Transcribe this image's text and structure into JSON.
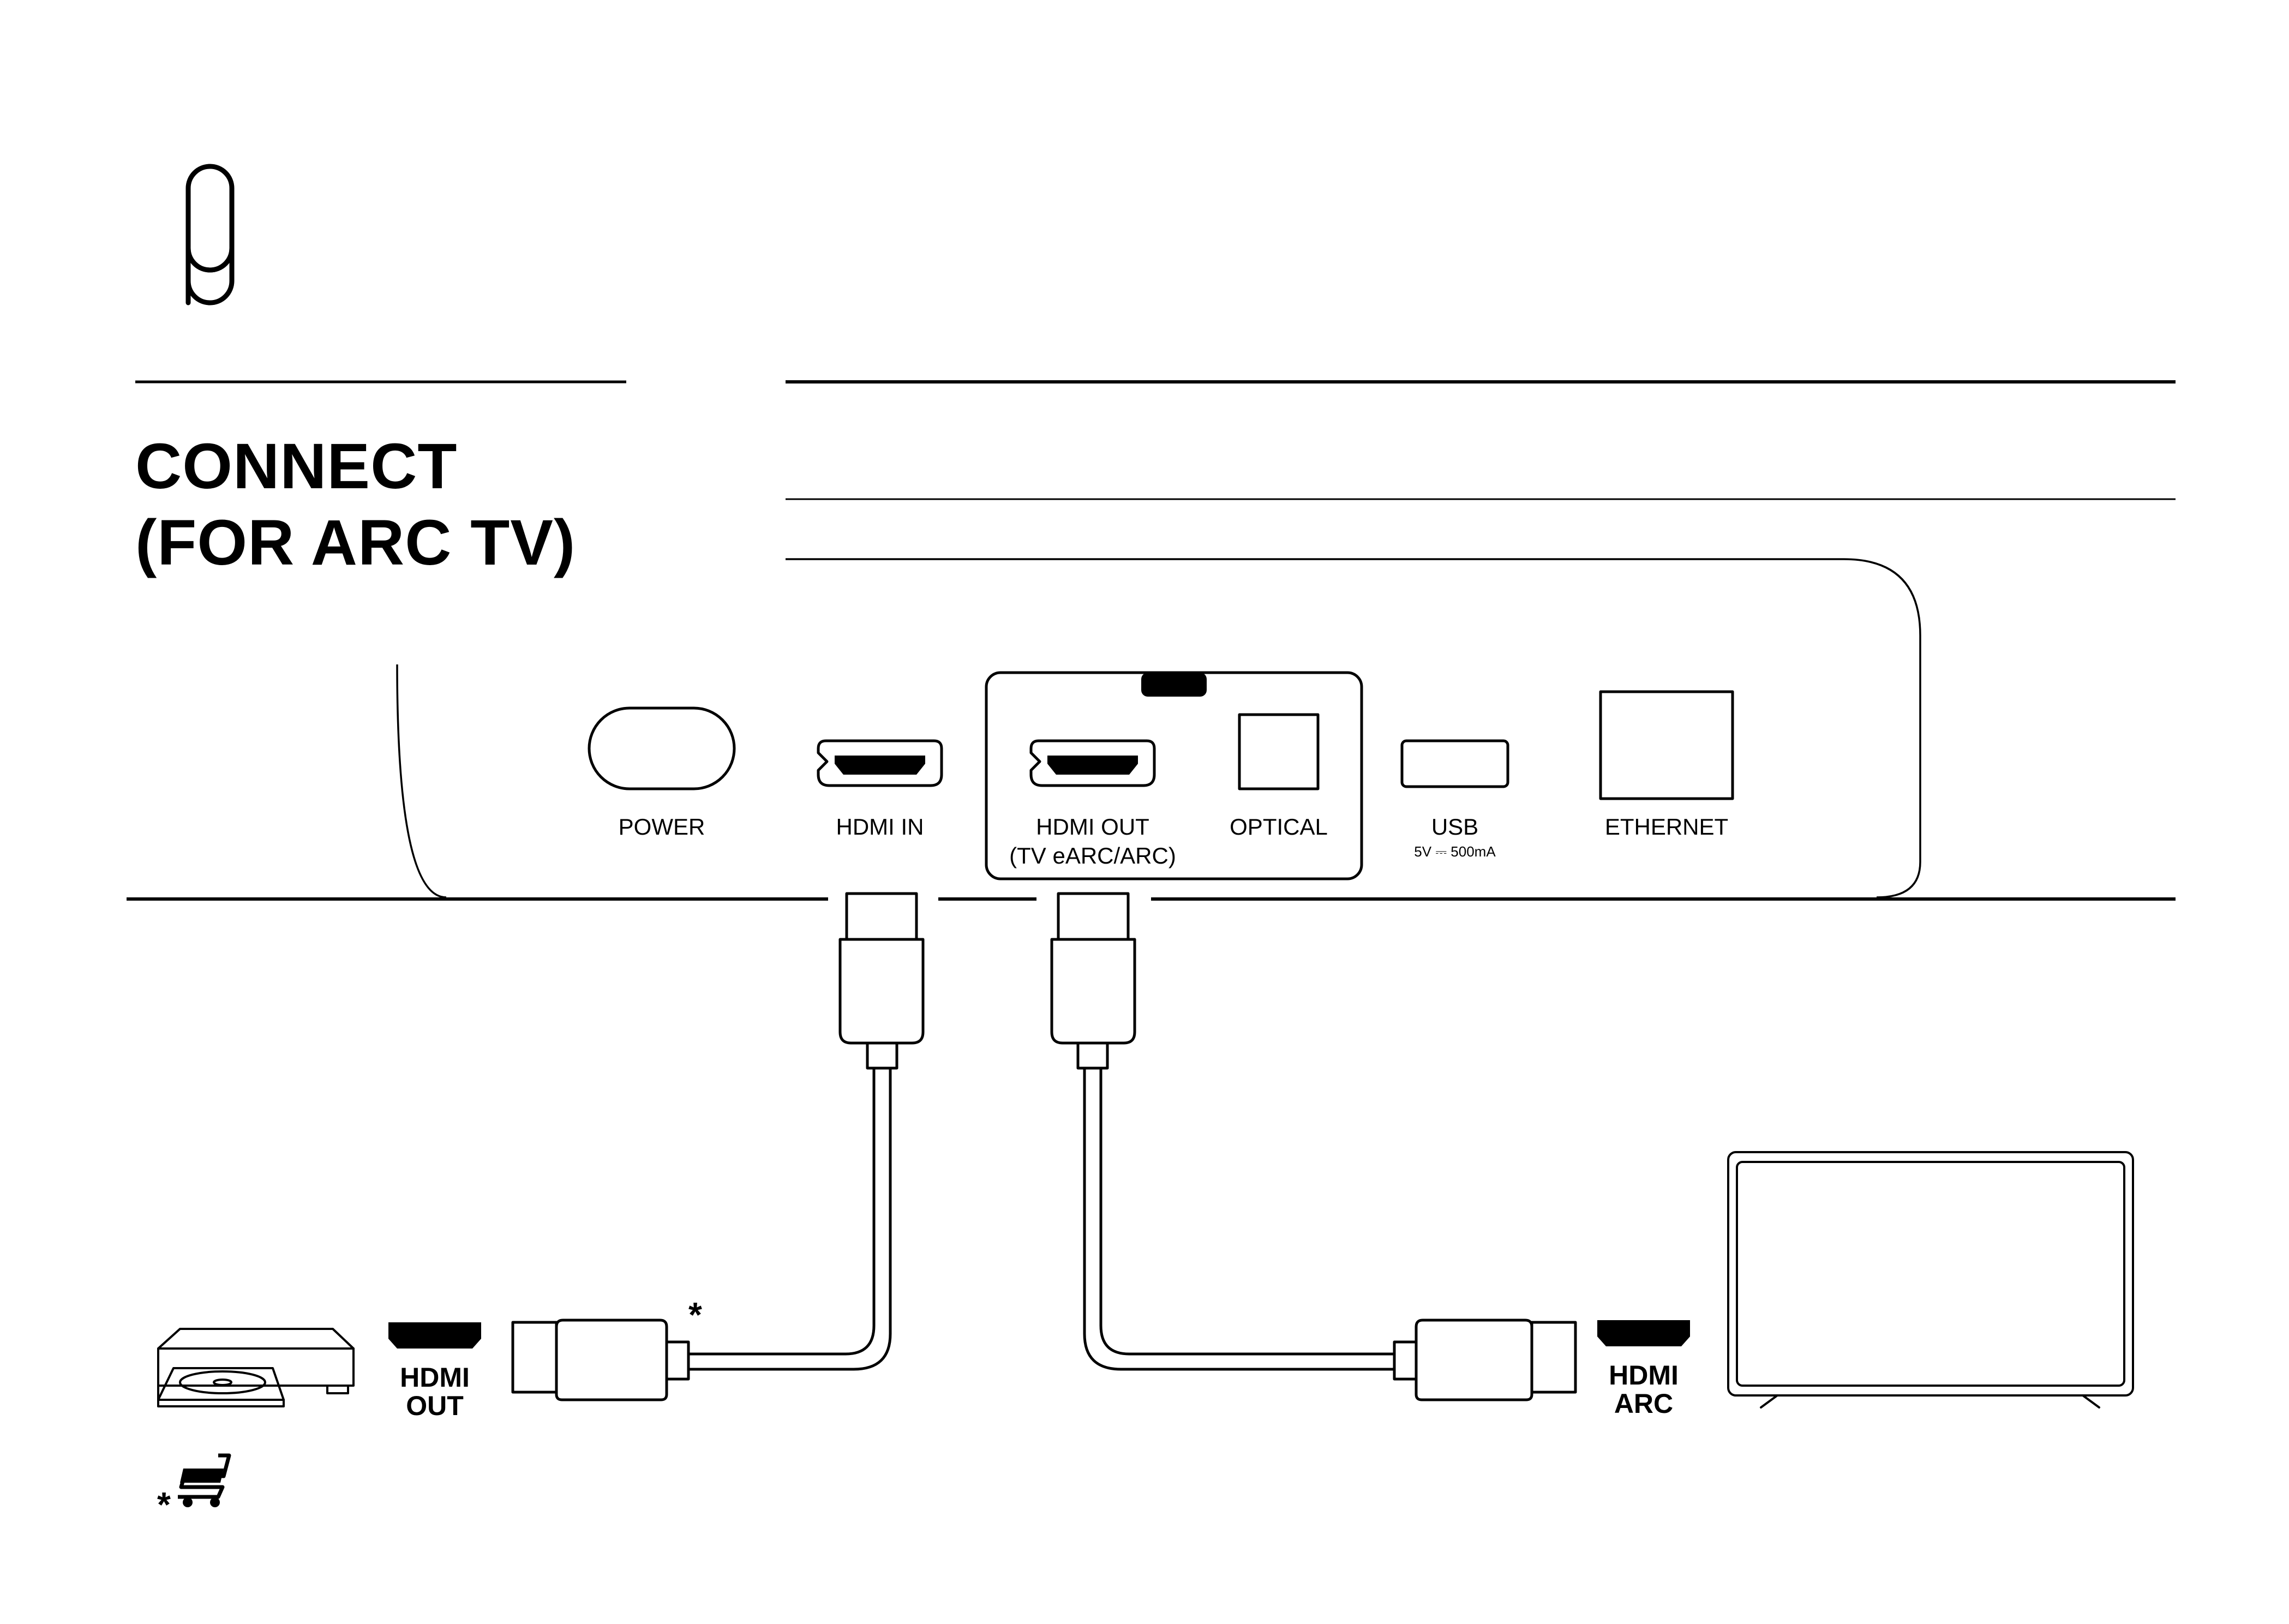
{
  "title": {
    "line1": "CONNECT",
    "line2": "(FOR ARC TV)"
  },
  "soundbar_ports": {
    "power": "POWER",
    "hdmi_in": "HDMI IN",
    "hdmi_out": "HDMI OUT",
    "hdmi_out_sub": "(TV eARC/ARC)",
    "optical": "OPTICAL",
    "usb": "USB",
    "usb_spec": "5V ⎓ 500mA",
    "ethernet": "ETHERNET"
  },
  "source_device": {
    "port_line1": "HDMI",
    "port_line2": "OUT"
  },
  "tv": {
    "port_line1": "HDMI",
    "port_line2": "ARC"
  },
  "footnote": {
    "asterisk": "*",
    "cart_icon": "shopping-cart-icon"
  },
  "icons": [
    "sonos-logo-icon",
    "hdmi-port-icon",
    "optical-port-icon",
    "usb-port-icon",
    "ethernet-port-icon",
    "blu-ray-player-icon",
    "tv-icon",
    "hdmi-cable-icon",
    "shopping-cart-icon"
  ]
}
